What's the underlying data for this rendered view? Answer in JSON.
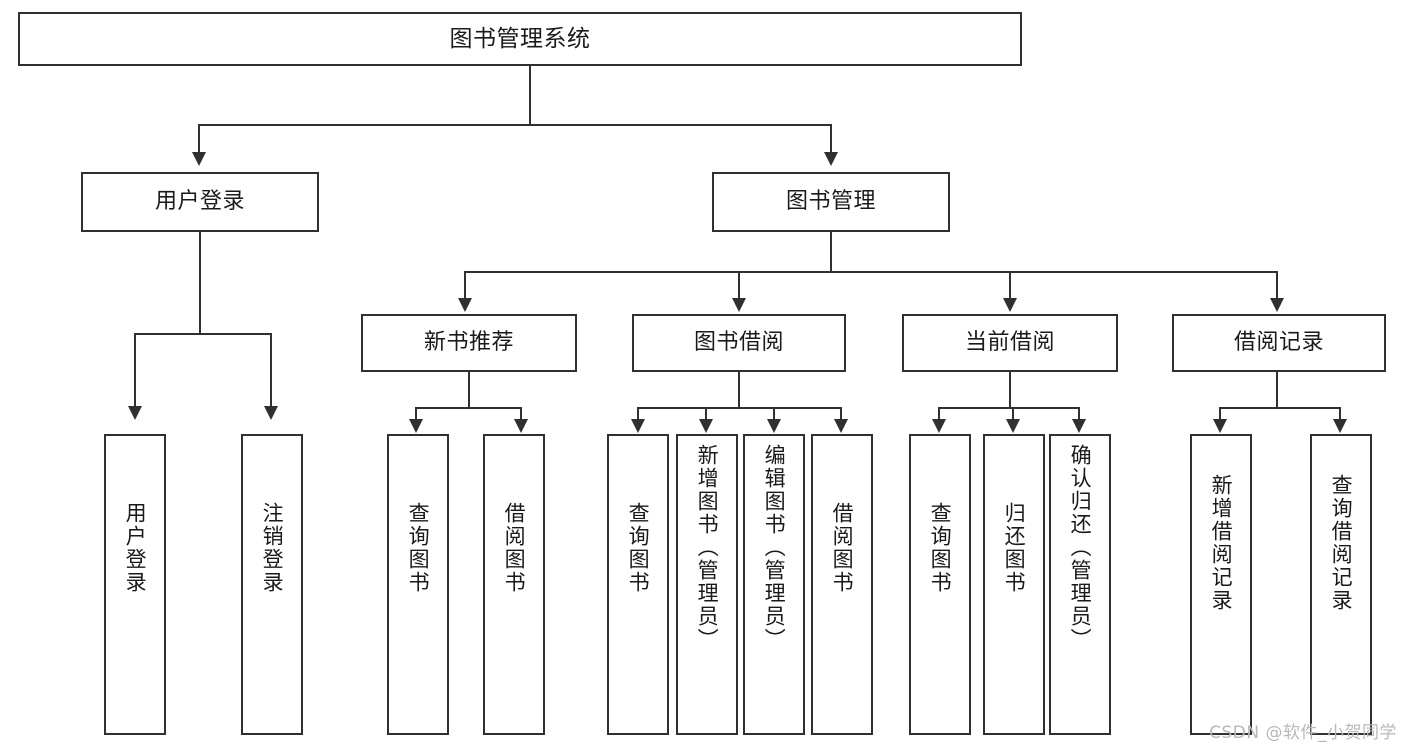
{
  "diagram": {
    "title": "图书管理系统",
    "type": "功能结构图",
    "root": {
      "label": "图书管理系统"
    },
    "level2": [
      {
        "label": "用户登录"
      },
      {
        "label": "图书管理"
      }
    ],
    "level3": [
      {
        "label": "新书推荐"
      },
      {
        "label": "图书借阅"
      },
      {
        "label": "当前借阅"
      },
      {
        "label": "借阅记录"
      }
    ],
    "leaves": {
      "user_login": [
        {
          "label": "用户登录"
        },
        {
          "label": "注销登录"
        }
      ],
      "new_book_recommend": [
        {
          "label": "查询图书"
        },
        {
          "label": "借阅图书"
        }
      ],
      "book_borrow": [
        {
          "label": "查询图书"
        },
        {
          "label": "新增图书（管理员）"
        },
        {
          "label": "编辑图书（管理员）"
        },
        {
          "label": "借阅图书"
        }
      ],
      "current_borrow": [
        {
          "label": "查询图书"
        },
        {
          "label": "归还图书"
        },
        {
          "label": "确认归还（管理员）"
        }
      ],
      "borrow_record": [
        {
          "label": "新增借阅记录"
        },
        {
          "label": "查询借阅记录"
        }
      ]
    }
  },
  "watermark": {
    "text": "CSDN @软件_小贺同学"
  },
  "colors": {
    "stroke": "#303030",
    "background": "#ffffff",
    "text": "#1a1a1a",
    "watermark": "#b8b8b8"
  }
}
